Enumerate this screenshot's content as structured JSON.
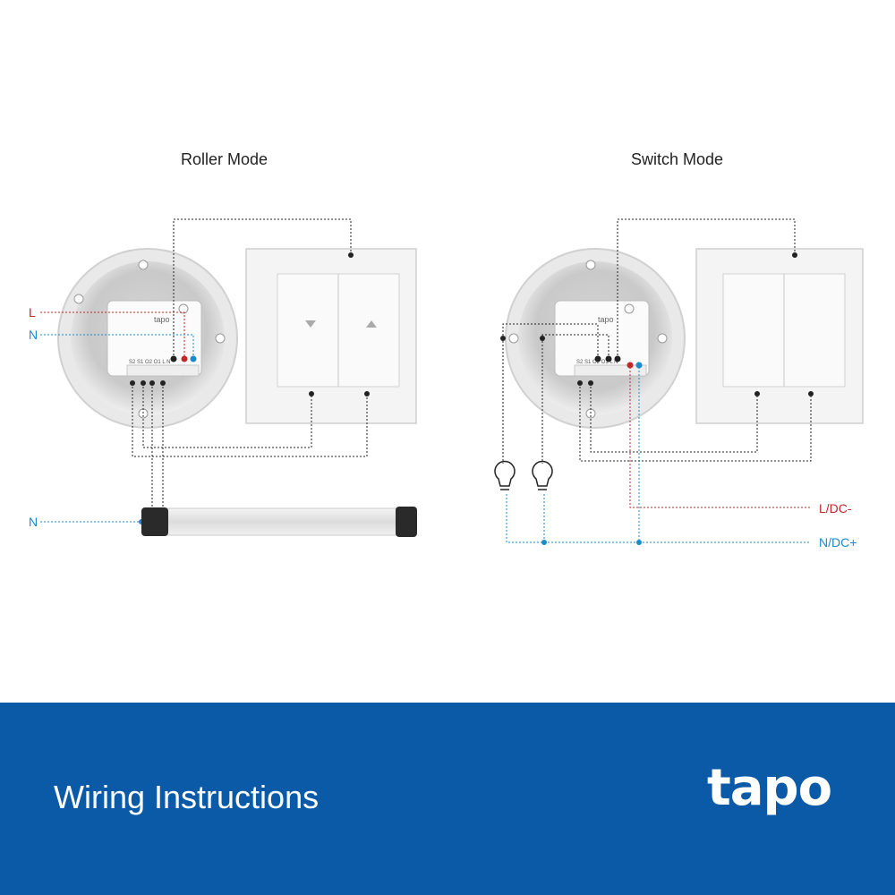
{
  "diagram": {
    "roller": {
      "title": "Roller Mode",
      "labels": {
        "live": "L",
        "neutral": "N",
        "motor_neutral": "N"
      },
      "module_brand": "tapo",
      "terminals": "S2 S1 O2 O1 L N"
    },
    "switch": {
      "title": "Switch Mode",
      "labels": {
        "live": "L/DC-",
        "neutral": "N/DC+"
      },
      "module_brand": "tapo",
      "terminals": "S2 S1 O2 O1 L N"
    },
    "colors": {
      "live": "#c0282a",
      "neutral": "#1a8ac9",
      "wire": "#222222"
    }
  },
  "footer": {
    "title": "Wiring Instructions",
    "logo": "tapo",
    "background": "#0a5aa8"
  }
}
